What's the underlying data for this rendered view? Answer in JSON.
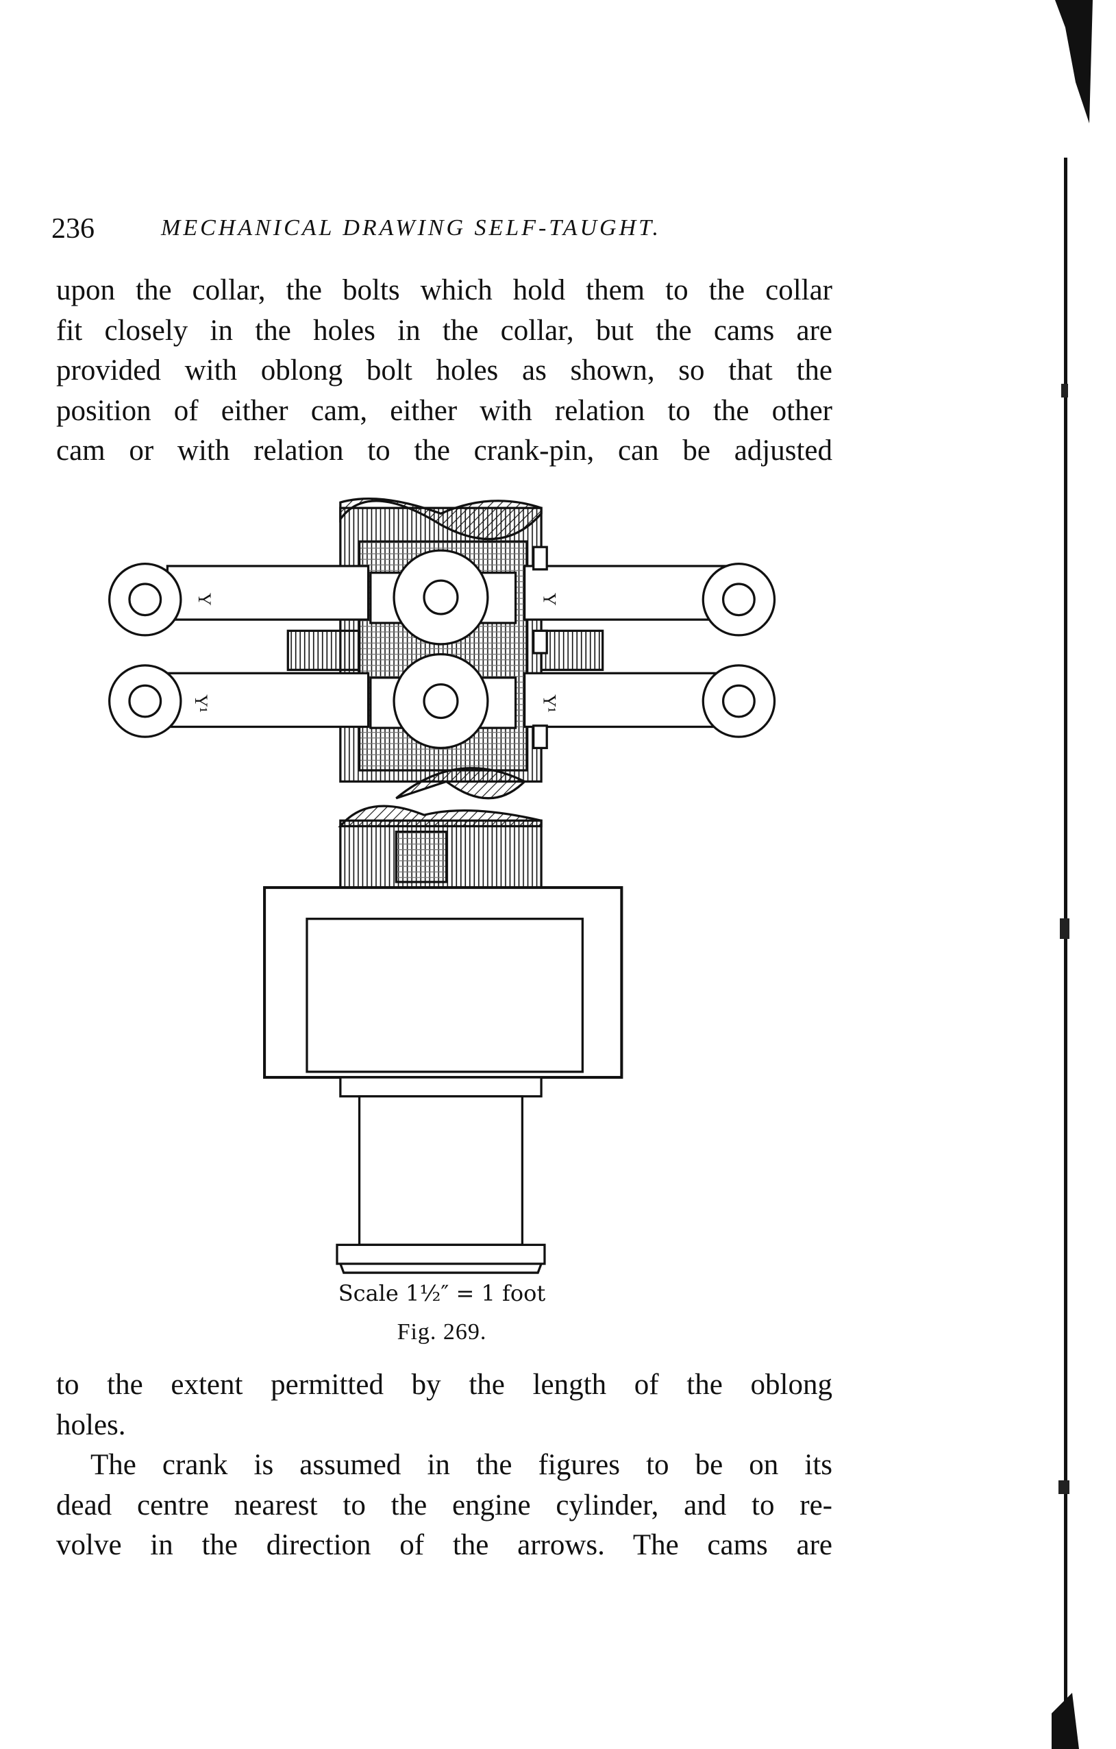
{
  "header": {
    "page_number": "236",
    "running_title": "MECHANICAL DRAWING SELF-TAUGHT."
  },
  "paragraph1": [
    "upon the collar, the bolts which hold them to the collar",
    "fit closely in the holes in the collar, but the cams are",
    "provided with oblong bolt holes as shown, so that the",
    "position of either cam, either with relation to the other",
    "cam or with relation to the crank-pin, can be adjusted"
  ],
  "figure": {
    "rod_labels": [
      "Y",
      "Y",
      "Y¹",
      "Y¹"
    ],
    "scale": "Scale 1½″ = 1 foot",
    "caption": "Fig. 269."
  },
  "paragraph2": [
    "to the extent permitted by the length of the oblong",
    "holes."
  ],
  "paragraph3": [
    "The crank is assumed in the figures to be on its",
    "dead centre nearest to the engine cylinder, and to re-",
    "volve in the direction of the arrows.  The cams are"
  ]
}
